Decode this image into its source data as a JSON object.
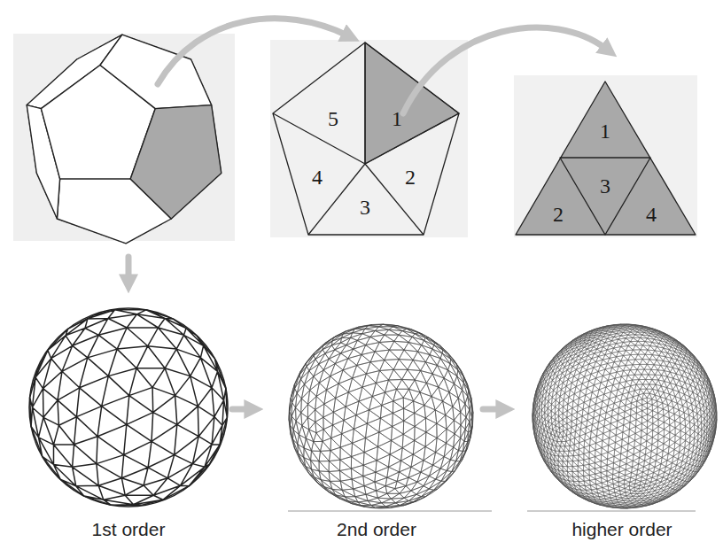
{
  "diagram": {
    "labels": [
      "5",
      "1",
      "4",
      "2",
      "3",
      "1",
      "3",
      "2",
      "4",
      "1st order",
      "2nd order",
      "higher order"
    ]
  }
}
